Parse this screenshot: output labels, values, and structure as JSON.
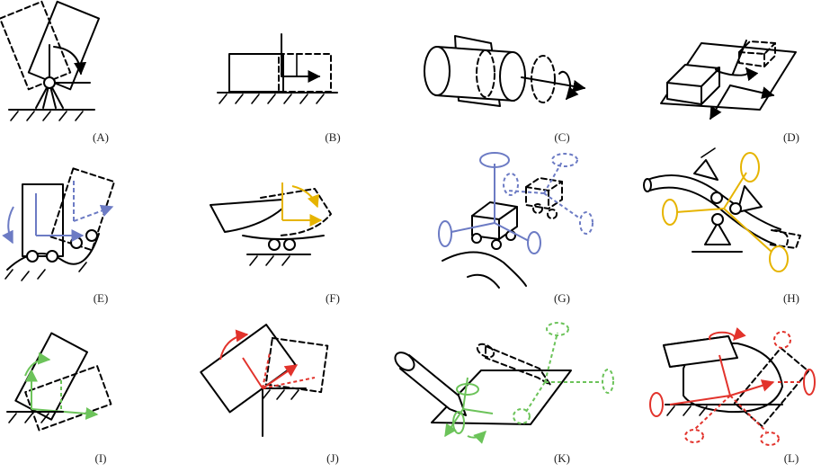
{
  "figure": {
    "colors": {
      "line": "#000000",
      "blue": "#6c7bc4",
      "yellow": "#e6b400",
      "green": "#6cc35a",
      "red": "#e2332c"
    },
    "panels": [
      {
        "label": "(A)",
        "motion": "rotation about ground pivot",
        "accent": "black"
      },
      {
        "label": "(B)",
        "motion": "linear translation",
        "accent": "black"
      },
      {
        "label": "(C)",
        "motion": "rotation and translation along axis",
        "accent": "black"
      },
      {
        "label": "(D)",
        "motion": "planar translation and rotation",
        "accent": "black"
      },
      {
        "label": "(E)",
        "motion": "rolling on curved surface",
        "accent": "blue"
      },
      {
        "label": "(F)",
        "motion": "planar rolling with rotation",
        "accent": "yellow"
      },
      {
        "label": "(G)",
        "motion": "spatial rolling vehicle",
        "accent": "blue"
      },
      {
        "label": "(H)",
        "motion": "guided curved bar",
        "accent": "yellow"
      },
      {
        "label": "(I)",
        "motion": "tipping about edge",
        "accent": "green"
      },
      {
        "label": "(J)",
        "motion": "rotation in corner contact",
        "accent": "red"
      },
      {
        "label": "(K)",
        "motion": "pen on plane",
        "accent": "green"
      },
      {
        "label": "(L)",
        "motion": "free spatial body",
        "accent": "red"
      }
    ]
  }
}
